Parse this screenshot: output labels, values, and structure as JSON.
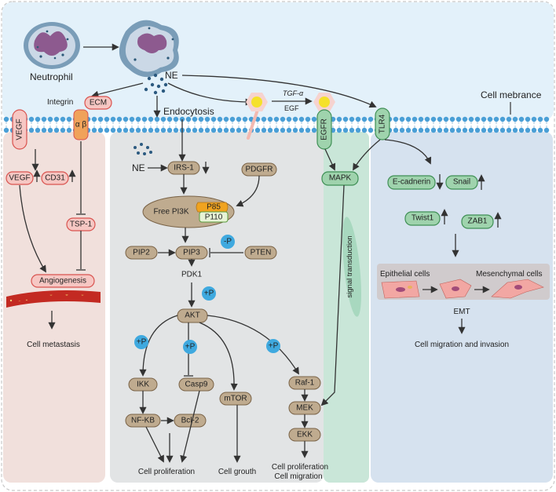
{
  "top": {
    "neutrophil_label": "Neutrophil",
    "ne_label": "NE",
    "endocytosis_label": "Endocytosis",
    "integrin_label": "Integrin",
    "ecm_label": "ECM",
    "tgf_label": "TGF-α",
    "egf_label": "EGF",
    "membrane_label": "Cell mebrance",
    "receptors": [
      "VEGF",
      "α β",
      "EGFR",
      "TLR4"
    ]
  },
  "left_panel": {
    "vegf": "VEGF",
    "cd31": "CD31",
    "tsp1": "TSP-1",
    "angiogenesis": "Angiogenesis",
    "outcome": "Cell metastasis"
  },
  "middle_panel": {
    "ne": "NE",
    "irs1": "IRS-1",
    "pdgfr": "PDGFR",
    "free_pi3k": "Free PI3K",
    "p85": "P85",
    "p110": "P110",
    "pip2": "PIP2",
    "pip3": "PIP3",
    "pten": "PTEN",
    "minus_p": "-P",
    "pdk1": "PDK1",
    "plus_p": "+P",
    "akt": "AKT",
    "ikk": "IKK",
    "casp9": "Casp9",
    "mtor": "mTOR",
    "raf1": "Raf-1",
    "nfkb": "NF-KB",
    "bcl2": "Bcl-2",
    "mek": "MEK",
    "ekk": "EKK",
    "out_proliferation": "Cell proliferation",
    "out_growth": "Cell grouth",
    "out_prolif_migr_1": "Cell proliferation",
    "out_prolif_migr_2": "Cell migration"
  },
  "signal_column": {
    "mapk": "MAPK",
    "label": "signal transduction"
  },
  "right_panel": {
    "ecadherin": "E-cadnerin",
    "snail": "Snail",
    "twist1": "Twist1",
    "zab1": "ZAB1",
    "epithelial": "Epithelial cells",
    "mesenchymal": "Mesenchymal cells",
    "emt": "EMT",
    "outcome": "Cell migration and invasion"
  },
  "colors": {
    "top_bg": "#e3f1fa",
    "left_bg": "#f1e0dc",
    "middle_bg": "#e2e4e5",
    "signal_bg": "#c9e6d8",
    "right_bg": "#d6e2ef",
    "red_node": "#f6c7c3",
    "red_stroke": "#d9534f",
    "brown_node": "#bfab8f",
    "green_node": "#9fd3ad",
    "membrane": "#4a9fd6",
    "plus_p": "#3fa9df"
  }
}
